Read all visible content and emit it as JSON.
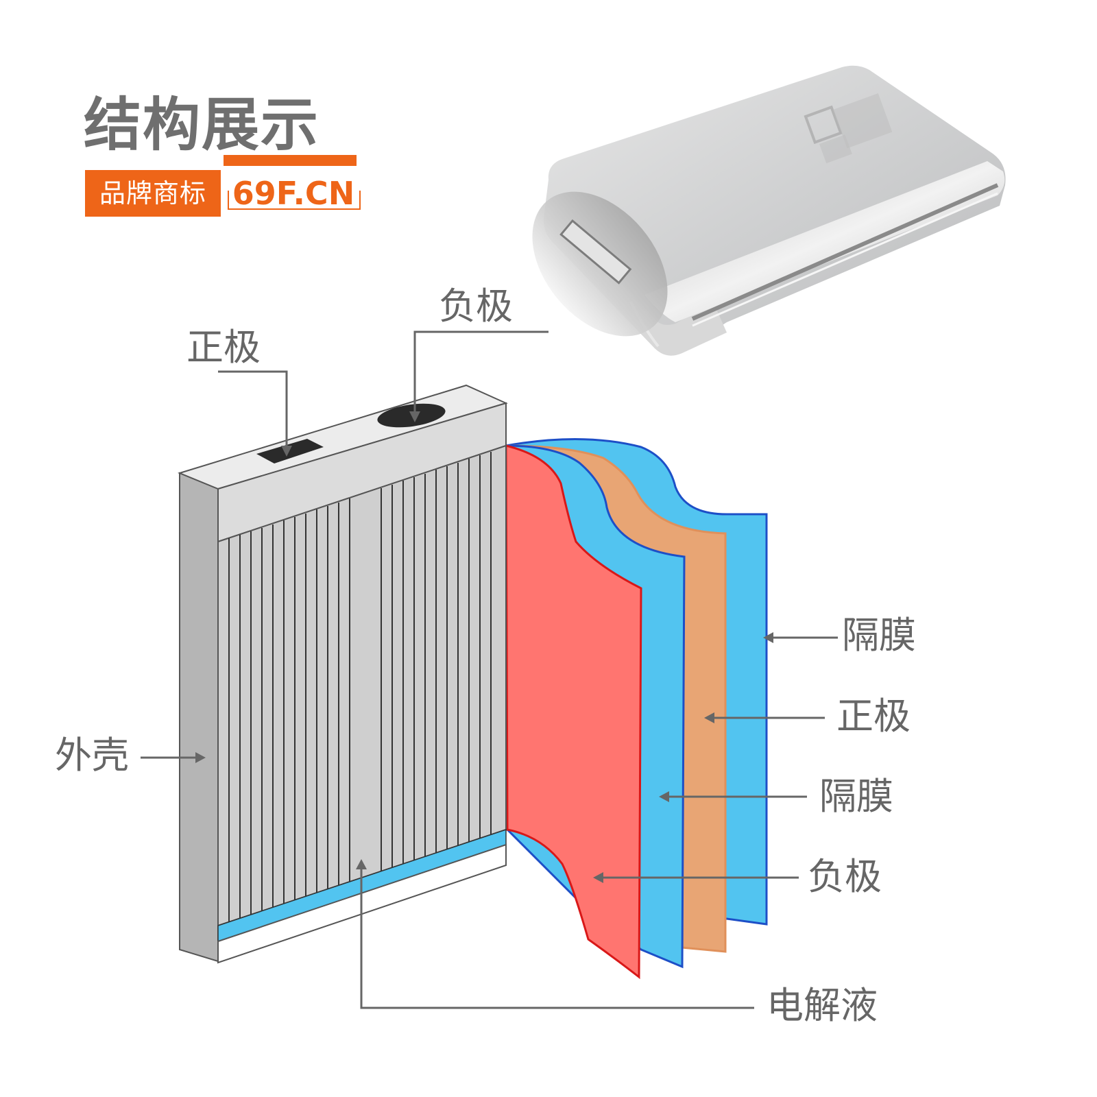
{
  "header": {
    "title": "结构展示",
    "brand_label": "品牌商标",
    "brand_url": "69F.CN"
  },
  "labels": {
    "positive_top": "正极",
    "negative_top": "负极",
    "casing": "外壳",
    "separator_outer": "隔膜",
    "positive_layer": "正极",
    "separator_inner": "隔膜",
    "negative_layer": "负极",
    "electrolyte": "电解液"
  },
  "colors": {
    "accent": "#ee6518",
    "negative_layer": "#ff7570",
    "separator": "#52c4f0",
    "positive_layer": "#e8a574",
    "casing_gray": "#c8c8c8",
    "label_gray": "#666666"
  },
  "photo": {
    "icon": "aluminum-battery-cell-photo"
  }
}
